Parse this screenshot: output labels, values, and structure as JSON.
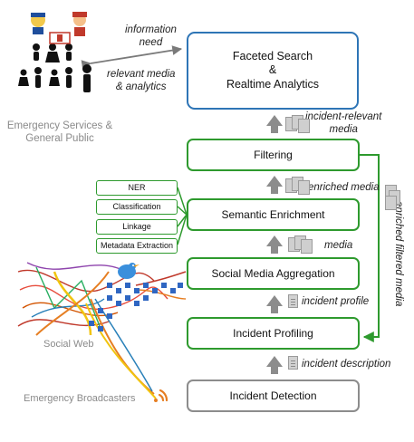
{
  "boxes": {
    "faceted_search": "Faceted Search\n&\nRealtime Analytics",
    "filtering": "Filtering",
    "semantic_enrichment": "Semantic Enrichment",
    "social_media_aggregation": "Social Media Aggregation",
    "incident_profiling": "Incident Profiling",
    "incident_detection": "Incident Detection"
  },
  "subtasks": [
    "NER",
    "Classification",
    "Linkage",
    "Metadata Extraction"
  ],
  "labels": {
    "information_need": "information\nneed",
    "relevant_media": "relevant media\n& analytics",
    "incident_relevant_media": "incident-relevant\nmedia",
    "enriched_media": "enriched media",
    "media": "media",
    "incident_profile": "incident profile",
    "incident_description": "incident description",
    "enriched_filtered_media": "enriched filtered media"
  },
  "sources": {
    "emergency_services": "Emergency Services &\nGeneral Public",
    "social_web": "Social Web",
    "emergency_broadcasters": "Emergency Broadcasters"
  },
  "colors": {
    "blue": "#2e75b6",
    "green": "#2e9a2e",
    "grey": "#8c8c8c"
  },
  "icons": [
    "people-icon",
    "emergency-service-icon",
    "twitter-bird-icon",
    "rss-feed-icon",
    "document-icon",
    "media-stack-icon"
  ]
}
